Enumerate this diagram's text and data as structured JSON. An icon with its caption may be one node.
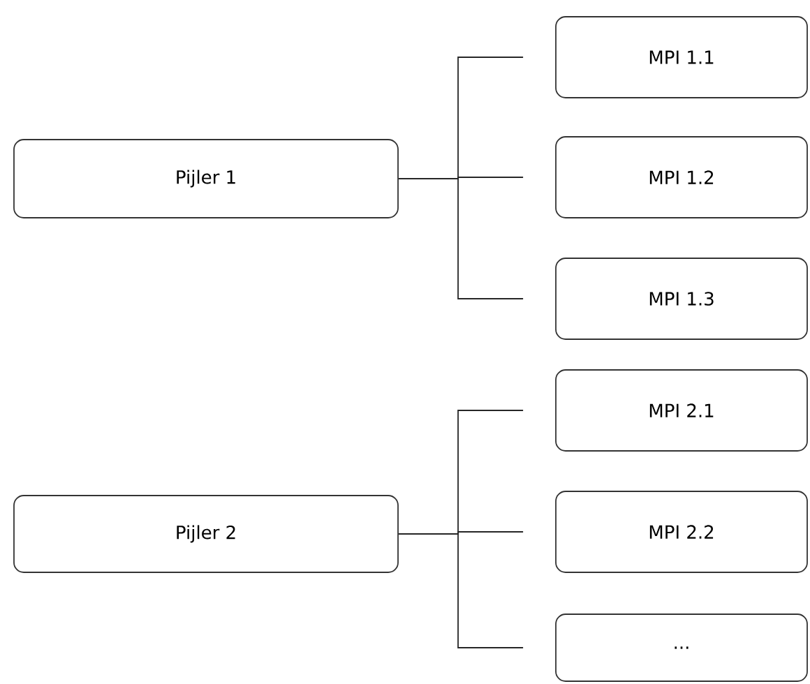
{
  "diagram": {
    "nodes": [
      {
        "text": [
          "Pijler 1"
        ]
      },
      {
        "text": [
          "MPI 1.1"
        ]
      },
      {
        "text": [
          "MPI 1.2"
        ]
      },
      {
        "text": [
          "MPI 1.3"
        ]
      },
      {
        "text": [
          "Pijler 2"
        ]
      },
      {
        "text": [
          "MPI 2.1"
        ]
      },
      {
        "text": [
          "MPI 2.2"
        ]
      },
      {
        "text": [
          "..."
        ]
      }
    ],
    "edges": [
      {
        "from": 0,
        "to": 1,
        "arrow": "none"
      },
      {
        "from": 0,
        "to": 2,
        "arrow": "none"
      },
      {
        "from": 0,
        "to": 3,
        "arrow": "none"
      },
      {
        "from": 4,
        "to": 5,
        "arrow": "none"
      },
      {
        "from": 4,
        "to": 6,
        "arrow": "none"
      },
      {
        "from": 4,
        "to": 7,
        "arrow": "none"
      }
    ]
  }
}
